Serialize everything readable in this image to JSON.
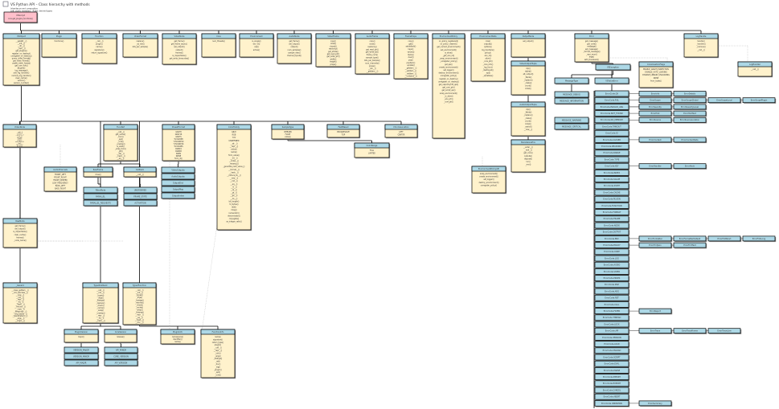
{
  "header": {
    "title": "VS Python API – Class hierarchy with methods",
    "subtitle1": "Inheritance and composition",
    "subtitle2": "Left: public members · Right: derived types"
  },
  "colors": {
    "header_fill": "#add8e6",
    "body_fill": "#fff2cc",
    "root_fill": "#ffc0cb",
    "edge": "#000000",
    "dotted": "#bbbbbb"
  },
  "nodes": [
    {
      "id": "root",
      "label": "VSScript",
      "methods": [
        "core.get_plugins_functions()"
      ]
    },
    {
      "id": "object",
      "label": "VSObject",
      "parent": "root",
      "methods": [
        "__getattr__()",
        "__init__()",
        "__dir__()",
        "__repr__()",
        "get_plugins()",
        "register_on_destroy()",
        "unregister_on_destroy()",
        "query_video_format()",
        "get_video_format()",
        "create_video_frame()",
        "get_core_info()",
        "plugins()",
        "log_message()",
        "add_log_handler()",
        "remove_log_handler()",
        "clear_cache()",
        "version()",
        "version_number()"
      ]
    },
    {
      "id": "plugin",
      "label": "Plugin",
      "parent": "root",
      "methods": [
        "functions()"
      ]
    },
    {
      "id": "function",
      "label": "Function",
      "parent": "root",
      "methods": [
        "__call__()",
        "plugin()",
        "name()",
        "signature()",
        "return_signature()"
      ]
    },
    {
      "id": "videoformat",
      "label": "VideoFormat",
      "parent": "root",
      "methods": [
        "replace()",
        "_as_dict()",
        "bits_per_sample()"
      ]
    },
    {
      "id": "videonode",
      "label": "VideoNode",
      "parent": "root",
      "methods": [
        "get_frame()",
        "get_frame_async()",
        "set_output()",
        "output()",
        "frames()",
        "is_inspectable()",
        "get_write_timecodes()"
      ]
    },
    {
      "id": "core",
      "label": "Core",
      "parent": "root",
      "methods": [
        "num_threads()"
      ]
    },
    {
      "id": "environment",
      "label": "Environment",
      "parent": "root",
      "methods": [
        "is_single()",
        "env_id()",
        "use()",
        "active()"
      ]
    },
    {
      "id": "audionode",
      "label": "AudioNode",
      "parent": "root",
      "methods": [
        "get_frame()",
        "set_output()",
        "output()",
        "num_samples()",
        "sample_rate()",
        "channel_layout()"
      ]
    },
    {
      "id": "videoframe",
      "label": "VideoFrame",
      "parent": "root",
      "methods": [
        "copy()",
        "close()",
        "closed()",
        "readonly()",
        "get_stride()",
        "get_read_ptr()",
        "get_write_ptr()",
        "width()",
        "height()",
        "props()"
      ]
    },
    {
      "id": "audioframe",
      "label": "AudioFrame",
      "parent": "root",
      "methods": [
        "copy()",
        "close()",
        "readonly()",
        "get_read_ptr()",
        "get_write_ptr()",
        "frame_num()",
        "sample_type()",
        "bits_per_sample()",
        "num_channels()",
        "props()",
        "__len__()",
        "__getitem__()"
      ]
    },
    {
      "id": "frameprops",
      "label": "FrameProps",
      "parent": "root",
      "methods": [
        "copy()",
        "get()",
        "setdefault()",
        "keys()",
        "values()",
        "items()",
        "clear()",
        "pop()",
        "popitem()",
        "update()",
        "__getitem__()",
        "__setitem__()",
        "__delitem__()",
        "__contains__()"
      ]
    },
    {
      "id": "policy",
      "label": "EnvironmentPolicy",
      "parent": "root",
      "methods": [
        "on_policy_registered()",
        "on_policy_cleared()",
        "get_current_environment()",
        "set_environment()",
        "is_alive()",
        "_get_env_id()",
        "_wrap_environment()",
        "_unregister_policy()",
        "get_api()",
        "create_environment()",
        "set_logger()",
        "destroy_environment()",
        "unregister_policy()",
        "register_on_destroy()",
        "unregister_on_destroy()",
        "get_vapoursynth_api()",
        "get_core_ptr()",
        "get_script_api()",
        "wrap_environment()",
        "_is_alive()",
        "_env_ptr()",
        "_core_ptr()"
      ]
    },
    {
      "id": "envdata",
      "label": "EnvironmentData",
      "parent": "root",
      "methods": [
        "core()",
        "outputs()",
        "options()",
        "log_handlers()",
        "policy()",
        "env_id()",
        "alive()",
        "_core_ptr()",
        "_core_info()",
        "_log_func()",
        "_destroyed()",
        "_api()",
        "_variables()"
      ]
    },
    {
      "id": "output",
      "label": "OutputNode",
      "parent": "root",
      "methods": [
        "set_output()"
      ]
    },
    {
      "id": "videooutput",
      "label": "VideoOutputTuple",
      "parent": "output",
      "methods": [
        "clip()",
        "alpha()",
        "alt_output()",
        "_fields()",
        "_replace()",
        "_make()",
        "count()",
        "index()"
      ]
    },
    {
      "id": "audiooutput",
      "label": "AudioOutputTuple",
      "parent": "videooutput",
      "methods": [
        "clip()",
        "_fields()",
        "_replace()",
        "_make()",
        "count()",
        "index()",
        "_asdict()",
        "__new__()"
      ]
    },
    {
      "id": "standalone",
      "label": "StandaloneEnv",
      "parent": "audiooutput",
      "methods": [
        "__enter__()",
        "__exit__()",
        "get_core()",
        "outputs()",
        "dispose()",
        "run()",
        "_env()"
      ]
    },
    {
      "id": "error",
      "label": "Error",
      "parent": "root",
      "methods": [
        "get_message()",
        "get_code()",
        "message()",
        "set_message()",
        "_format_message()",
        "_repr_error()",
        "args()",
        "with_traceback()"
      ]
    },
    {
      "id": "log",
      "label": "LogHandle",
      "parent": "root",
      "methods": [
        "handle()",
        "_handler()",
        "_remove()",
        "__init__()"
      ]
    },
    {
      "id": "loghandle",
      "label": "LogHandler",
      "methods": [
        "__call__()"
      ]
    },
    {
      "id": "coreflags",
      "label": "CoreCreationFlags",
      "methods": [
        "ENABLE_GRAPH_INSPECTION",
        "DISABLE_AUTO_LOADING",
        "DISABLE_LIBRARY_UNLOADING",
        "NONE",
        "from_bytes()"
      ]
    },
    {
      "id": "exc",
      "label": "VSException",
      "parent": "error",
      "methods": []
    },
    {
      "id": "msgtype",
      "label": "MessageType",
      "parent": "exc",
      "methods": []
    },
    {
      "id": "valerr",
      "label": "VSValueError",
      "parent": "exc",
      "methods": []
    },
    {
      "id": "s1",
      "label": "MESSAGE_DEBUG",
      "parent": "msgtype",
      "methods": []
    },
    {
      "id": "s2",
      "label": "MESSAGE_INFORMATION",
      "methods": []
    },
    {
      "id": "s3",
      "label": "MESSAGE_WARNING",
      "methods": []
    },
    {
      "id": "s4",
      "label": "MESSAGE_CRITICAL",
      "methods": []
    },
    {
      "id": "vobj",
      "label": "VideoNode",
      "parent": "object",
      "methods": [
        "__add__()",
        "__mul__()",
        "__getitem__()",
        "__len__()",
        "format()",
        "width()",
        "height()",
        "num_frames()",
        "fps()",
        "fps_num()",
        "fps_den()"
      ]
    },
    {
      "id": "funcref",
      "label": "FuncRef",
      "parent": "object",
      "methods": [
        "__call__()",
        "get_name()",
        "_func()",
        "_api()",
        "_core()",
        "_unwrap()",
        "is_valid()",
        "_wrap_func()",
        "_ptr()",
        "__del__()",
        "__hash__()",
        "__eq__()"
      ]
    },
    {
      "id": "presets",
      "label": "PresetFormat",
      "parent": "object",
      "methods": [
        "GRAY8",
        "GRAY16",
        "GRAYS",
        "YUV420P8",
        "YUV420P10",
        "YUV444P16",
        "YUV444PS",
        "RGB24",
        "RGB48",
        "RGBS",
        "NONE",
        "from_id()"
      ]
    },
    {
      "id": "colorfamily",
      "label": "ColorFamily",
      "parent": "object",
      "methods": [
        "GRAY",
        "RGB",
        "YUV",
        "UNDEFINED",
        "__str__()",
        "__repr__()",
        "value()",
        "name()",
        "from_value()",
        "__int__()",
        "__index__()",
        "_missing_()",
        "_generate_next_value_()",
        "__format__()",
        "__hash__()",
        "__reduce_ex__()",
        "__new__()",
        "__init__()",
        "__eq__()",
        "__lt__()",
        "__le__()",
        "__gt__()",
        "__ge__()",
        "__ne__()",
        "bit_length()",
        "to_bytes()",
        "real()",
        "imag()",
        "numerator()",
        "denominator()",
        "conjugate()",
        "as_integer_ratio()"
      ]
    },
    {
      "id": "sampletype",
      "label": "SampleType",
      "parent": "object",
      "methods": [
        "INTEGER",
        "FLOAT",
        "value()"
      ]
    },
    {
      "id": "fieldbased",
      "label": "FieldBased",
      "parent": "object",
      "methods": [
        "PROGRESSIVE",
        "TOP"
      ]
    },
    {
      "id": "chroma",
      "label": "ChromaLocation",
      "parent": "object",
      "methods": [
        "LEFT",
        "CENTER"
      ]
    },
    {
      "id": "range",
      "label": "ColorRange",
      "parent": "sampletype",
      "methods": [
        "FULL",
        "LIMITED"
      ]
    },
    {
      "id": "vsnode",
      "label": "RawNode",
      "parent": "object",
      "methods": [
        "get_frame()",
        "set_output()",
        "is_inspectable()",
        "clear_cache()",
        "frames()",
        "_node_name()"
      ]
    },
    {
      "id": "audionode2",
      "label": "AudioChannels",
      "methods": [
        "FRONT_LEFT",
        "FRONT_RIGHT",
        "FRONT_CENTER",
        "LOW_FREQUENCY",
        "BACK_LEFT",
        "BACK_RIGHT"
      ]
    },
    {
      "id": "rawframe",
      "label": "RawFrame",
      "parent": "funcref",
      "methods": [
        "close()"
      ]
    },
    {
      "id": "rawnode2",
      "label": "Callback",
      "parent": "funcref",
      "methods": [
        "__call__()"
      ]
    },
    {
      "id": "fr1",
      "label": "FilterMode",
      "parent": "rawframe",
      "methods": []
    },
    {
      "id": "fr2",
      "label": "PARALLEL",
      "methods": []
    },
    {
      "id": "fr3",
      "label": "PARALLEL_REQUESTS",
      "methods": []
    },
    {
      "id": "fr4",
      "label": "UNORDERED",
      "parent": "rawnode2",
      "methods": []
    },
    {
      "id": "fr5",
      "label": "FRAME_STATE",
      "methods": []
    },
    {
      "id": "fr6",
      "label": "ACTIVATION",
      "methods": []
    },
    {
      "id": "vo1",
      "label": "VideoOutputs",
      "parent": "presets",
      "methods": []
    },
    {
      "id": "vo2",
      "label": "AudioOutputs",
      "methods": []
    },
    {
      "id": "vo3",
      "label": "OutputDict",
      "methods": []
    },
    {
      "id": "vo4",
      "label": "OutputMap",
      "methods": []
    },
    {
      "id": "vo5",
      "label": "OutputIndex",
      "methods": []
    },
    {
      "id": "envpol2",
      "label": "EnvironmentPolicyAPI",
      "methods": [
        "wrap_environment()",
        "create_environment()",
        "set_logger()",
        "destroy_environment()",
        "unregister_policy()"
      ]
    },
    {
      "id": "generic",
      "label": "_Generic",
      "parent": "object",
      "methods": [
        "__class_getitem__()",
        "__init_subclass__()",
        "__new__()",
        "__init__()",
        "__repr__()",
        "__eq__()",
        "__hash__()",
        "__reduce__()",
        "__copy__()",
        "__deepcopy__()",
        "__orig_bases__()",
        "__parameters__()",
        "__args__()",
        "__origin__()"
      ]
    },
    {
      "id": "typing1",
      "label": "TypedCallback",
      "parent": "object",
      "methods": [
        "__call__()",
        "__init__()",
        "_types()",
        "_args()",
        "_kwargs()",
        "_resolve()",
        "_check()",
        "_cache()",
        "_wrap()",
        "_unwrap()",
        "__repr__()",
        "__eq__()",
        "__hash__()"
      ]
    },
    {
      "id": "typing2",
      "label": "TypedFunction",
      "parent": "object",
      "methods": [
        "__call__()",
        "__init__()",
        "_types()",
        "_args()",
        "_kwargs()",
        "_resolve()",
        "_check()",
        "_cache()",
        "_wrap()",
        "_unwrap()",
        "__repr__()",
        "__eq__()",
        "__hash__()",
        "__doc__()"
      ]
    },
    {
      "id": "tg1",
      "label": "PluginVersion",
      "parent": "typing1",
      "methods": [
        "major()"
      ]
    },
    {
      "id": "tg2",
      "label": "CoreVersion",
      "parent": "typing1",
      "methods": [
        "release()"
      ]
    },
    {
      "id": "tg3",
      "label": "VERSION_MAJOR",
      "parent": "tg1",
      "methods": []
    },
    {
      "id": "tg4",
      "label": "VERSION_MINOR",
      "methods": []
    },
    {
      "id": "tg5",
      "label": "API_MAJOR",
      "methods": []
    },
    {
      "id": "tg6",
      "label": "API_MINOR",
      "parent": "tg2",
      "methods": []
    },
    {
      "id": "tg7",
      "label": "CORE_VERSION",
      "methods": []
    },
    {
      "id": "tg8",
      "label": "API_VERSION",
      "methods": []
    },
    {
      "id": "tg9",
      "label": "PluginInfo",
      "parent": "typing2",
      "methods": [
        "namespace()",
        "identifier()",
        "name()"
      ]
    },
    {
      "id": "tg10",
      "label": "FunctionInfo",
      "parent": "typing2",
      "methods": [
        "name()",
        "signature()",
        "return_type()",
        "plugin()",
        "__call__()",
        "__repr__()",
        "_info()",
        "_args()",
        "_kwargs()",
        "_ret()",
        "_doc()",
        "_sig()",
        "_plugin()",
        "_api()",
        "_core()"
      ]
    }
  ],
  "column": [
    "ErrorCode.OK",
    "ErrorCode.FAIL",
    "ErrorCode.INVALID_ARG",
    "ErrorCode.NOT_FOUND",
    "ErrorCode.NO_MEMORY",
    "ErrorCode.TIMEOUT",
    "ErrorCode.IO",
    "ErrorCode.CLOSED",
    "ErrorCode.READONLY",
    "ErrorCode.RANGE",
    "ErrorCode.TYPE",
    "ErrorCode.KEY",
    "ErrorCode.INDEX",
    "ErrorCode.VALUE",
    "ErrorCode.STATE",
    "ErrorCode.CACHE",
    "ErrorCode.PLUGIN",
    "ErrorCode.FUNCTION",
    "ErrorCode.FORMAT",
    "ErrorCode.FRAME",
    "ErrorCode.NODE",
    "ErrorCode.OUTPUT",
    "ErrorCode.ENV",
    "ErrorCode.POLICY",
    "ErrorCode.CORE",
    "ErrorCode.LOG",
    "ErrorCode.AUDIO",
    "ErrorCode.VIDEO",
    "ErrorCode.PROPS",
    "ErrorCode.MAP",
    "ErrorCode.ARG",
    "ErrorCode.RET",
    "ErrorCode.CALL",
    "ErrorCode.FILTER",
    "ErrorCode.THREAD",
    "ErrorCode.LOCK",
    "ErrorCode.API",
    "ErrorCode.VERSION",
    "ErrorCode.LOAD",
    "ErrorCode.UNLOAD",
    "ErrorCode.SCRIPT",
    "ErrorCode.EVAL",
    "ErrorCode.PARSE",
    "ErrorCode.IMPORT",
    "ErrorCode.EXPORT",
    "ErrorCode.CANCEL",
    "ErrorCode.ABORT",
    "ErrorCode.UNKNOWN"
  ],
  "side": [
    {
      "label": "ErrorInfo",
      "at": 0
    },
    {
      "label": "ErrorDetails",
      "at": 0
    },
    {
      "label": "ErrorScope",
      "at": 1
    },
    {
      "label": "ErrorScopeGlobal",
      "at": 1
    },
    {
      "label": "ErrorScopeLocal",
      "at": 1
    },
    {
      "label": "ErrorScopePlugin",
      "at": 1
    },
    {
      "label": "ErrorScopeCore",
      "at": 1
    },
    {
      "label": "ErrorSeverity",
      "at": 2
    },
    {
      "label": "ErrorSeverityLevel",
      "at": 2
    },
    {
      "label": "ErrorHint",
      "at": 3
    },
    {
      "label": "ErrorHintText",
      "at": 3
    },
    {
      "label": "ErrorSource",
      "at": 4
    },
    {
      "label": "ErrorSourceLocation",
      "at": 4
    },
    {
      "label": "ErrorContext",
      "at": 7
    },
    {
      "label": "ErrorContextData",
      "at": 7
    },
    {
      "label": "ErrorHandler",
      "at": 11
    },
    {
      "label": "ErrorHook",
      "at": 11
    },
    {
      "label": "ErrorFormatter",
      "at": 22
    },
    {
      "label": "ErrorFormatterDefault",
      "at": 22
    },
    {
      "label": "ErrorFmtShort",
      "at": 22
    },
    {
      "label": "ErrorFmtLong",
      "at": 22
    },
    {
      "label": "ErrorFmtJson",
      "at": 22
    },
    {
      "label": "ErrorFmtText",
      "at": 22
    },
    {
      "label": "ErrorReport",
      "at": 33
    },
    {
      "label": "ErrorTrace",
      "at": 36
    },
    {
      "label": "ErrorTraceFrame",
      "at": 36
    },
    {
      "label": "ErrorTraceLine",
      "at": 36
    },
    {
      "label": "ErrorSummary",
      "at": 47
    }
  ]
}
